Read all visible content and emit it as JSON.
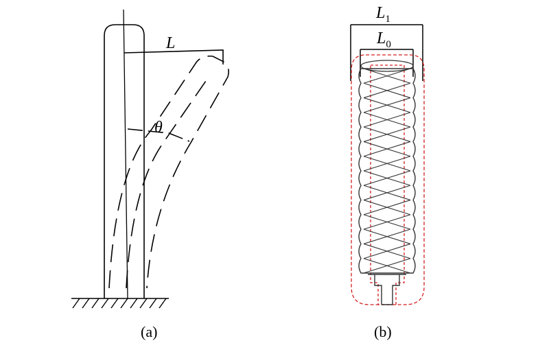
{
  "panel_a": {
    "caption": "(a)",
    "length_label": "L",
    "angle_label": "θ"
  },
  "panel_b": {
    "caption": "(b)",
    "outer_width_label": "L",
    "outer_width_sub": "1",
    "inner_width_label": "L",
    "inner_width_sub": "0"
  },
  "colors": {
    "ink": "#000000",
    "dashed_outline": "#d32020",
    "coil": "#333333"
  }
}
